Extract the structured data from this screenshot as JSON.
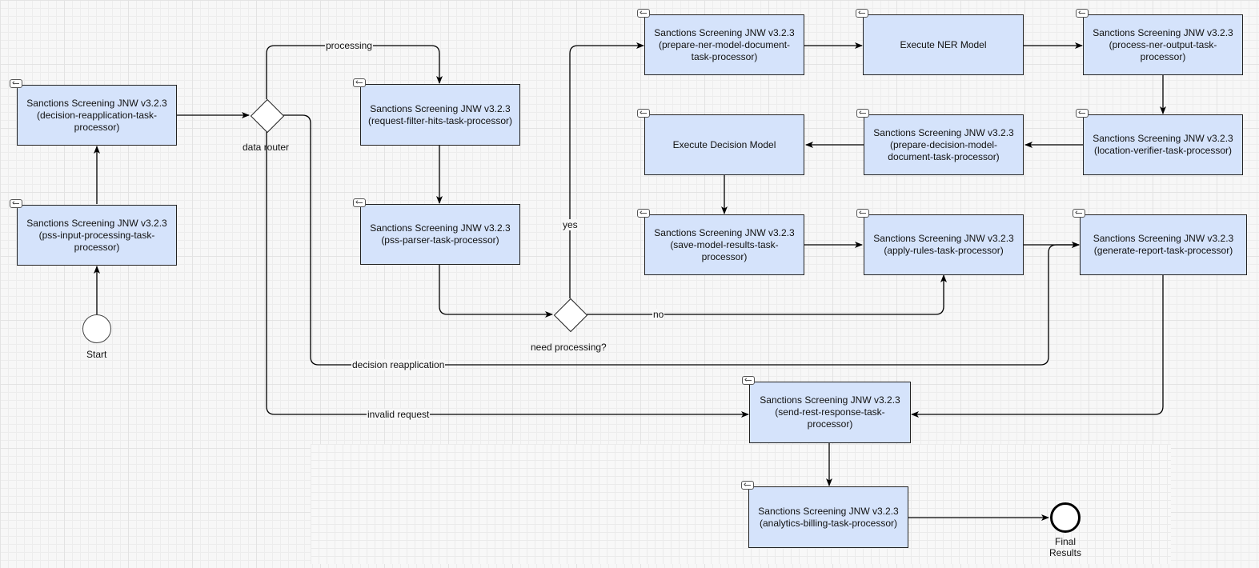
{
  "tasks": {
    "decision_reapplication": "Sanctions Screening JNW v3.2.3 (decision-reapplication-task-processor)",
    "pss_input_processing": "Sanctions Screening JNW v3.2.3 (pss-input-processing-task-processor)",
    "request_filter_hits": "Sanctions Screening JNW v3.2.3 (request-filter-hits-task-processor)",
    "pss_parser": "Sanctions Screening JNW v3.2.3 (pss-parser-task-processor)",
    "prepare_ner_model_document": "Sanctions Screening JNW v3.2.3 (prepare-ner-model-document-task-processor)",
    "execute_ner_model": "Execute NER Model",
    "process_ner_output": "Sanctions Screening JNW v3.2.3 (process-ner-output-task-processor)",
    "location_verifier": "Sanctions Screening JNW v3.2.3 (location-verifier-task-processor)",
    "prepare_decision_model_document": "Sanctions Screening JNW v3.2.3 (prepare-decision-model-document-task-processor)",
    "execute_decision_model": "Execute Decision Model",
    "save_model_results": "Sanctions Screening JNW v3.2.3 (save-model-results-task-processor)",
    "apply_rules": "Sanctions Screening JNW v3.2.3 (apply-rules-task-processor)",
    "generate_report": "Sanctions Screening JNW v3.2.3 (generate-report-task-processor)",
    "send_rest_response": "Sanctions Screening JNW v3.2.3 (send-rest-response-task-processor)",
    "analytics_billing": "Sanctions Screening JNW v3.2.3 (analytics-billing-task-processor)"
  },
  "events": {
    "start": "Start",
    "final_line1": "Final",
    "final_line2": "Results"
  },
  "gateways": {
    "data_router": "data router",
    "need_processing": "need processing?"
  },
  "edge_labels": {
    "processing": "processing",
    "yes": "yes",
    "no": "no",
    "decision_reapplication": "decision reapplication",
    "invalid_request": "invalid request"
  },
  "colors": {
    "task_fill": "#d5e3fb",
    "stroke": "#000000"
  }
}
